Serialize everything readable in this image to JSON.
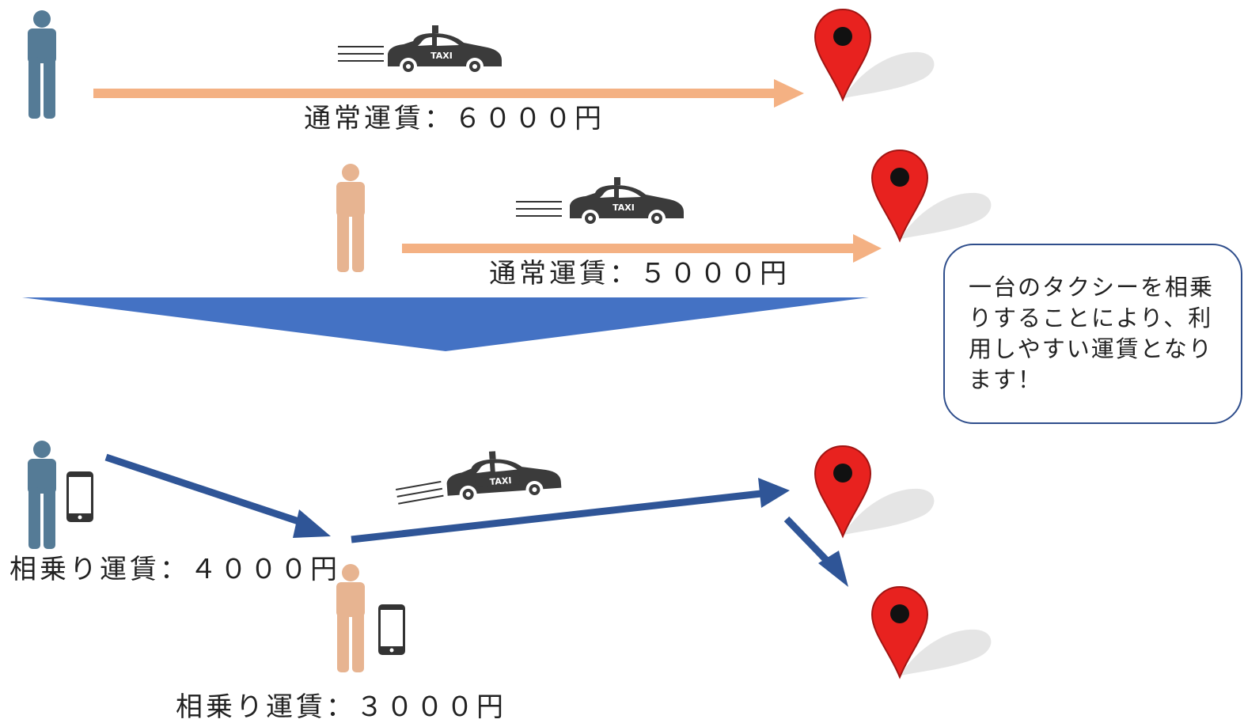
{
  "fares": {
    "normal_6000": "通常運賃：６０００円",
    "normal_5000": "通常運賃：５０００円",
    "shared_4000": "相乗り運賃：４０００円",
    "shared_3000": "相乗り運賃：３０００円"
  },
  "taxi_sign": "TAXI",
  "note": "一台のタクシーを相乗りすることにより、利用しやすい運賃となります！",
  "colors": {
    "person_blue": "#557b96",
    "person_peach": "#e7b491",
    "arrow_peach": "#f4b183",
    "arrow_navy": "#2f5597",
    "funnel_blue": "#4472c4",
    "pin_red": "#e8221f",
    "taxi_gray": "#3b3b3b"
  }
}
